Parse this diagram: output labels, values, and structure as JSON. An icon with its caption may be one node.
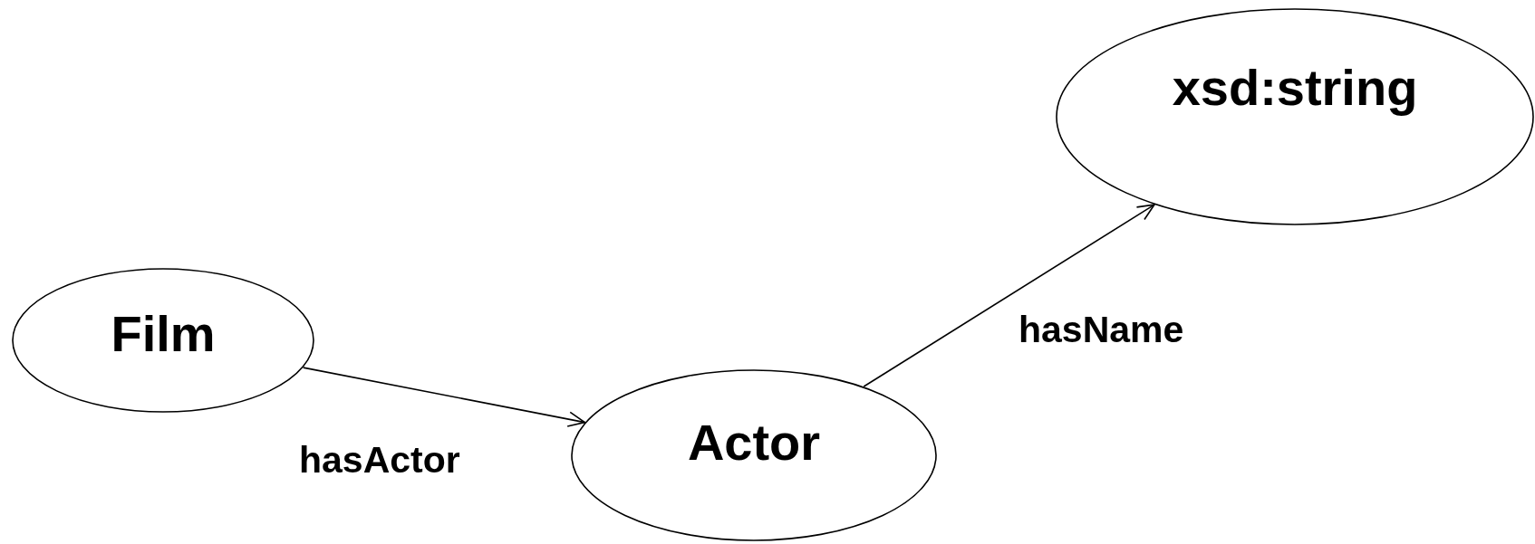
{
  "diagram": {
    "nodes": [
      {
        "text": [
          "Film"
        ]
      },
      {
        "text": [
          "Actor"
        ]
      },
      {
        "text": [
          "xsd:string"
        ]
      }
    ],
    "edges": [
      {
        "from": 0,
        "to": 1,
        "arrow": "to",
        "label": "hasActor"
      },
      {
        "from": 1,
        "to": 2,
        "arrow": "to",
        "label": "hasName"
      }
    ]
  }
}
